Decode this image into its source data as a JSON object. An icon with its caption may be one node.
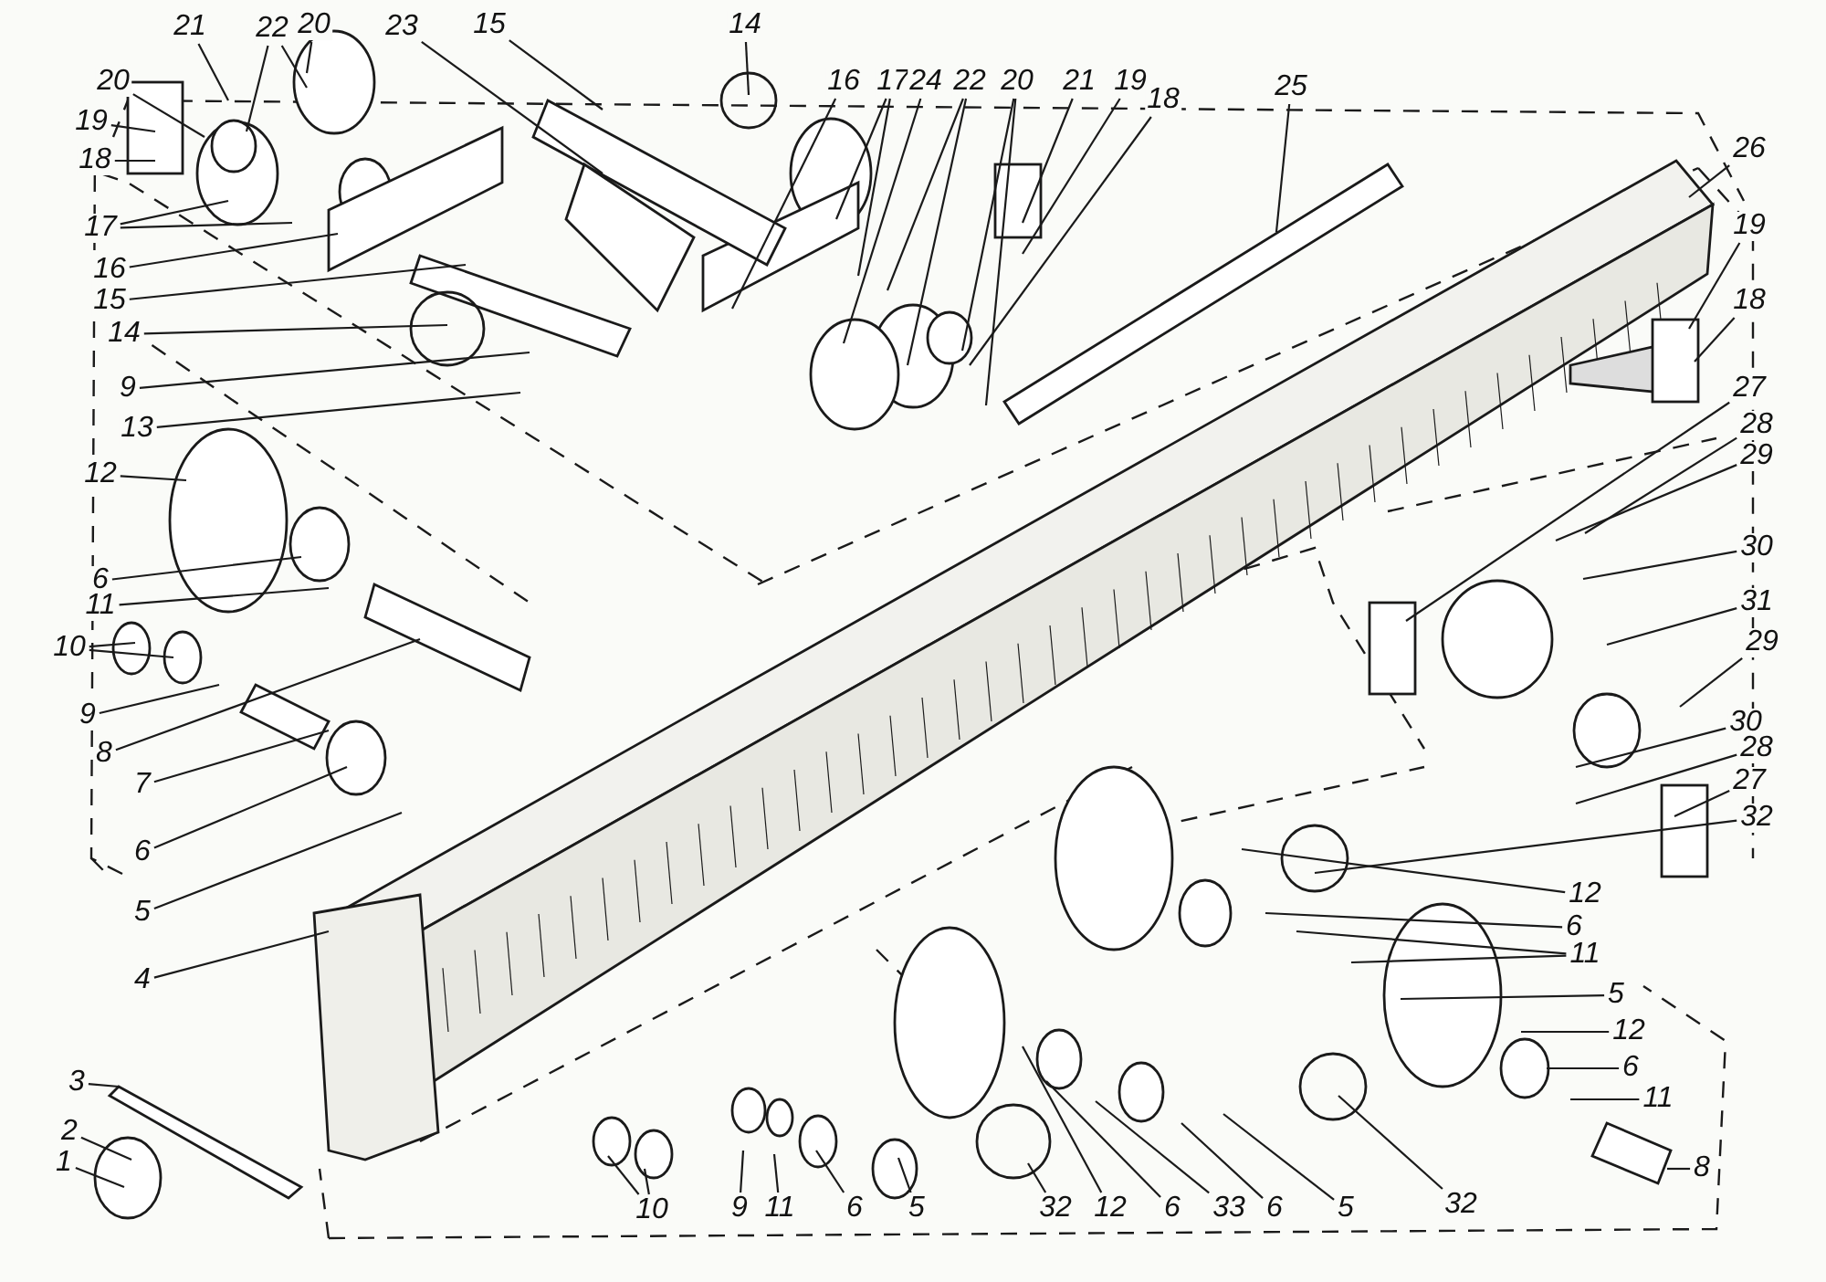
{
  "diagram": {
    "nodes": [
      {
        "text": [
          "20"
        ]
      },
      {
        "text": [
          "21"
        ]
      },
      {
        "text": [
          "22"
        ]
      },
      {
        "text": [
          "20"
        ]
      },
      {
        "text": [
          "23"
        ]
      },
      {
        "text": [
          "15"
        ]
      },
      {
        "text": [
          "14"
        ]
      },
      {
        "text": [
          "16"
        ]
      },
      {
        "text": [
          "17"
        ]
      },
      {
        "text": [
          "24"
        ]
      },
      {
        "text": [
          "22"
        ]
      },
      {
        "text": [
          "20"
        ]
      },
      {
        "text": [
          "21"
        ]
      },
      {
        "text": [
          "19"
        ]
      },
      {
        "text": [
          "18"
        ]
      },
      {
        "text": [
          "25"
        ]
      },
      {
        "text": [
          "26"
        ]
      },
      {
        "text": [
          "19"
        ]
      },
      {
        "text": [
          "18"
        ]
      },
      {
        "text": [
          "17"
        ]
      },
      {
        "text": [
          "19"
        ]
      },
      {
        "text": [
          "18"
        ]
      },
      {
        "text": [
          "16"
        ]
      },
      {
        "text": [
          "15"
        ]
      },
      {
        "text": [
          "14"
        ]
      },
      {
        "text": [
          "9"
        ]
      },
      {
        "text": [
          "27"
        ]
      },
      {
        "text": [
          "28"
        ]
      },
      {
        "text": [
          "13"
        ]
      },
      {
        "text": [
          "29"
        ]
      },
      {
        "text": [
          "12"
        ]
      },
      {
        "text": [
          "30"
        ]
      },
      {
        "text": [
          "6"
        ]
      },
      {
        "text": [
          "11"
        ]
      },
      {
        "text": [
          "31"
        ]
      },
      {
        "text": [
          "29"
        ]
      },
      {
        "text": [
          "10"
        ]
      },
      {
        "text": [
          "9"
        ]
      },
      {
        "text": [
          "30"
        ]
      },
      {
        "text": [
          "28"
        ]
      },
      {
        "text": [
          "8"
        ]
      },
      {
        "text": [
          "27"
        ]
      },
      {
        "text": [
          "7"
        ]
      },
      {
        "text": [
          "32"
        ]
      },
      {
        "text": [
          "6"
        ]
      },
      {
        "text": [
          "12"
        ]
      },
      {
        "text": [
          "5"
        ]
      },
      {
        "text": [
          "6"
        ]
      },
      {
        "text": [
          "11"
        ]
      },
      {
        "text": [
          "4"
        ]
      },
      {
        "text": [
          "5"
        ]
      },
      {
        "text": [
          "12"
        ]
      },
      {
        "text": [
          "6"
        ]
      },
      {
        "text": [
          "3"
        ]
      },
      {
        "text": [
          "11"
        ]
      },
      {
        "text": [
          "2"
        ]
      },
      {
        "text": [
          "1"
        ]
      },
      {
        "text": [
          "8"
        ]
      },
      {
        "text": [
          "10"
        ]
      },
      {
        "text": [
          "9"
        ]
      },
      {
        "text": [
          "11"
        ]
      },
      {
        "text": [
          "6"
        ]
      },
      {
        "text": [
          "5"
        ]
      },
      {
        "text": [
          "32"
        ]
      },
      {
        "text": [
          "12"
        ]
      },
      {
        "text": [
          "6"
        ]
      },
      {
        "text": [
          "33"
        ]
      },
      {
        "text": [
          "6"
        ]
      },
      {
        "text": [
          "5"
        ]
      },
      {
        "text": [
          "32"
        ]
      }
    ],
    "edges": [
      {
        "from": 0,
        "to": null,
        "arrow": "none"
      },
      {
        "from": 1,
        "to": null,
        "arrow": "none"
      },
      {
        "from": 2,
        "to": null,
        "arrow": "none"
      },
      {
        "from": 2,
        "to": null,
        "arrow": "none"
      },
      {
        "from": 3,
        "to": null,
        "arrow": "none"
      },
      {
        "from": 4,
        "to": null,
        "arrow": "none"
      },
      {
        "from": 5,
        "to": null,
        "arrow": "none"
      },
      {
        "from": 6,
        "to": null,
        "arrow": "none"
      },
      {
        "from": 7,
        "to": null,
        "arrow": "none"
      },
      {
        "from": 8,
        "to": null,
        "arrow": "none"
      },
      {
        "from": 8,
        "to": null,
        "arrow": "none"
      },
      {
        "from": 9,
        "to": null,
        "arrow": "none"
      },
      {
        "from": 10,
        "to": null,
        "arrow": "none"
      },
      {
        "from": 10,
        "to": null,
        "arrow": "none"
      },
      {
        "from": 11,
        "to": null,
        "arrow": "none"
      },
      {
        "from": 11,
        "to": null,
        "arrow": "none"
      },
      {
        "from": 12,
        "to": null,
        "arrow": "none"
      },
      {
        "from": 13,
        "to": null,
        "arrow": "none"
      },
      {
        "from": 14,
        "to": null,
        "arrow": "none"
      },
      {
        "from": 15,
        "to": null,
        "arrow": "none"
      },
      {
        "from": 16,
        "to": null,
        "arrow": "none"
      },
      {
        "from": 17,
        "to": null,
        "arrow": "none"
      },
      {
        "from": 18,
        "to": null,
        "arrow": "none"
      },
      {
        "from": 19,
        "to": null,
        "arrow": "none"
      },
      {
        "from": 19,
        "to": null,
        "arrow": "none"
      },
      {
        "from": 20,
        "to": null,
        "arrow": "none"
      },
      {
        "from": 21,
        "to": null,
        "arrow": "none"
      },
      {
        "from": 22,
        "to": null,
        "arrow": "none"
      },
      {
        "from": 23,
        "to": null,
        "arrow": "none"
      },
      {
        "from": 24,
        "to": null,
        "arrow": "none"
      },
      {
        "from": 25,
        "to": null,
        "arrow": "none"
      },
      {
        "from": 26,
        "to": null,
        "arrow": "none"
      },
      {
        "from": 27,
        "to": null,
        "arrow": "none"
      },
      {
        "from": 28,
        "to": null,
        "arrow": "none"
      },
      {
        "from": 29,
        "to": null,
        "arrow": "none"
      },
      {
        "from": 30,
        "to": null,
        "arrow": "none"
      },
      {
        "from": 31,
        "to": null,
        "arrow": "none"
      },
      {
        "from": 32,
        "to": null,
        "arrow": "none"
      },
      {
        "from": 33,
        "to": null,
        "arrow": "none"
      },
      {
        "from": 34,
        "to": null,
        "arrow": "none"
      },
      {
        "from": 35,
        "to": null,
        "arrow": "none"
      },
      {
        "from": 36,
        "to": null,
        "arrow": "none"
      },
      {
        "from": 36,
        "to": null,
        "arrow": "none"
      },
      {
        "from": 37,
        "to": null,
        "arrow": "none"
      },
      {
        "from": 38,
        "to": null,
        "arrow": "none"
      },
      {
        "from": 39,
        "to": null,
        "arrow": "none"
      },
      {
        "from": 40,
        "to": null,
        "arrow": "none"
      },
      {
        "from": 41,
        "to": null,
        "arrow": "none"
      },
      {
        "from": 42,
        "to": null,
        "arrow": "none"
      },
      {
        "from": 43,
        "to": null,
        "arrow": "none"
      },
      {
        "from": 44,
        "to": null,
        "arrow": "none"
      },
      {
        "from": 45,
        "to": null,
        "arrow": "none"
      },
      {
        "from": 46,
        "to": null,
        "arrow": "none"
      },
      {
        "from": 47,
        "to": null,
        "arrow": "none"
      },
      {
        "from": 48,
        "to": null,
        "arrow": "none"
      },
      {
        "from": 48,
        "to": null,
        "arrow": "none"
      },
      {
        "from": 49,
        "to": null,
        "arrow": "none"
      },
      {
        "from": 50,
        "to": null,
        "arrow": "none"
      },
      {
        "from": 51,
        "to": null,
        "arrow": "none"
      },
      {
        "from": 52,
        "to": null,
        "arrow": "none"
      },
      {
        "from": 53,
        "to": null,
        "arrow": "none"
      },
      {
        "from": 54,
        "to": null,
        "arrow": "none"
      },
      {
        "from": 55,
        "to": null,
        "arrow": "none"
      },
      {
        "from": 56,
        "to": null,
        "arrow": "none"
      },
      {
        "from": 57,
        "to": null,
        "arrow": "none"
      },
      {
        "from": 58,
        "to": null,
        "arrow": "none"
      },
      {
        "from": 58,
        "to": null,
        "arrow": "none"
      },
      {
        "from": 59,
        "to": null,
        "arrow": "none"
      },
      {
        "from": 60,
        "to": null,
        "arrow": "none"
      },
      {
        "from": 61,
        "to": null,
        "arrow": "none"
      },
      {
        "from": 62,
        "to": null,
        "arrow": "none"
      },
      {
        "from": 63,
        "to": null,
        "arrow": "none"
      },
      {
        "from": 64,
        "to": null,
        "arrow": "none"
      },
      {
        "from": 65,
        "to": null,
        "arrow": "none"
      },
      {
        "from": 66,
        "to": null,
        "arrow": "none"
      },
      {
        "from": 67,
        "to": null,
        "arrow": "none"
      },
      {
        "from": 68,
        "to": null,
        "arrow": "none"
      },
      {
        "from": 69,
        "to": null,
        "arrow": "none"
      }
    ]
  }
}
